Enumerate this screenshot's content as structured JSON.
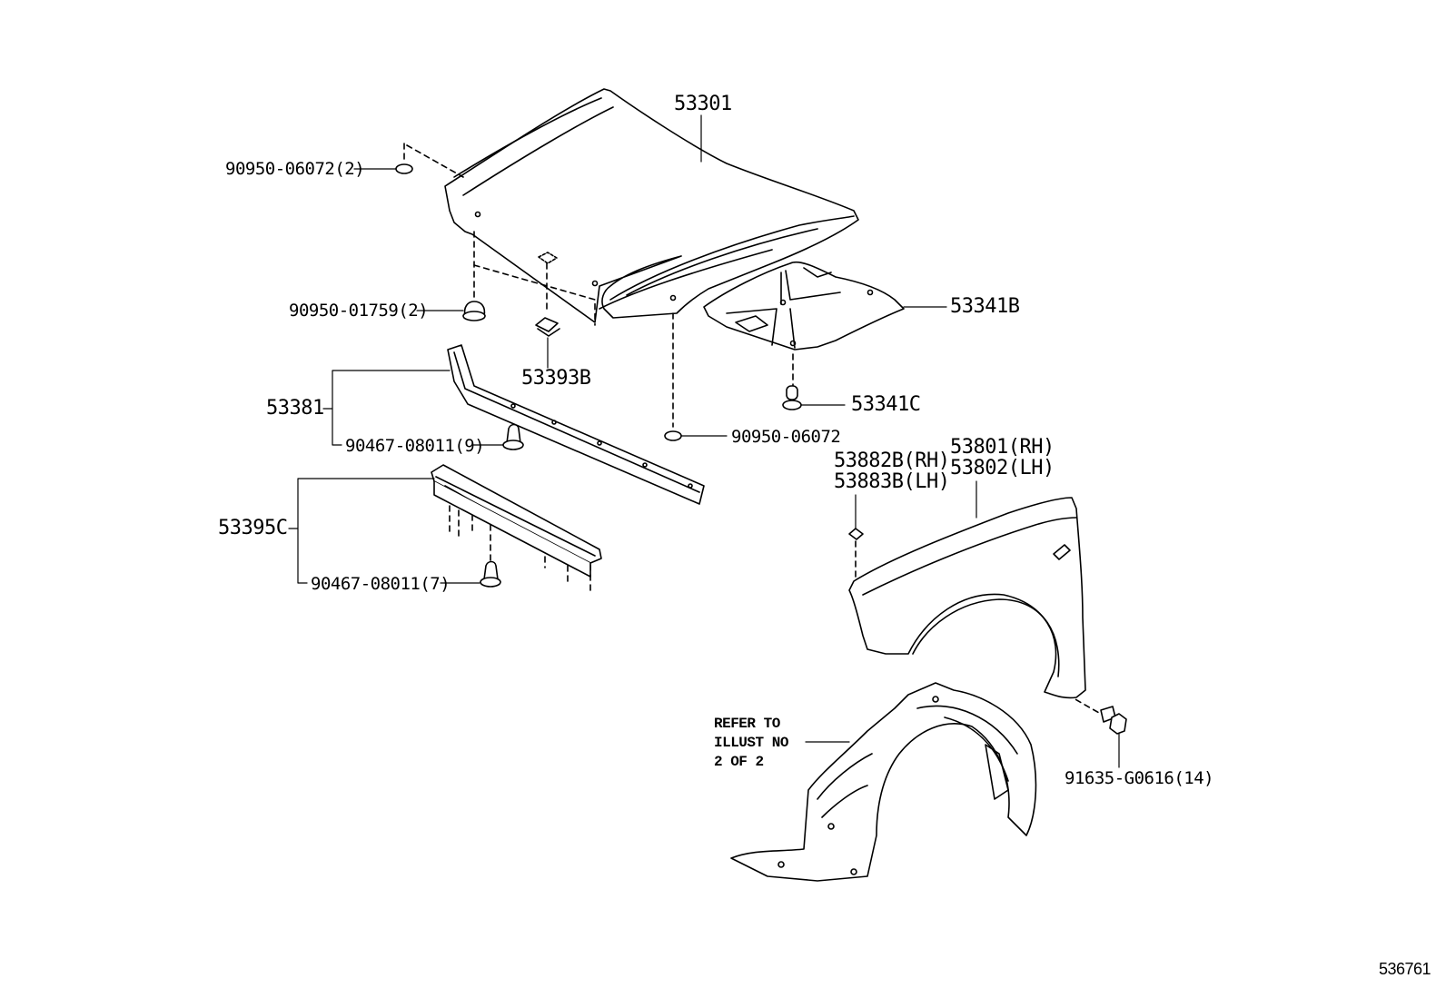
{
  "diagram": {
    "type": "exploded parts diagram",
    "illustration_number": "536761",
    "parts": [
      {
        "id": "hood",
        "label": "53301"
      },
      {
        "id": "hood-cushion-upper",
        "label": "90950-06072(2)"
      },
      {
        "id": "hood-cushion-stopper",
        "label": "90950-01759(2)"
      },
      {
        "id": "hood-lock-retainer",
        "label": "53393B"
      },
      {
        "id": "hood-insulator",
        "label": "53341B"
      },
      {
        "id": "insulator-clip",
        "label": "53341C"
      },
      {
        "id": "hood-cushion-lower",
        "label": "90950-06072"
      },
      {
        "id": "hood-seal-upper",
        "label": "53381"
      },
      {
        "id": "seal-clip-upper",
        "label": "90467-08011(9)"
      },
      {
        "id": "hood-seal-lower",
        "label": "53395C"
      },
      {
        "id": "seal-clip-lower",
        "label": "90467-08011(7)"
      },
      {
        "id": "fender-seal-rh",
        "label": "53882B(RH)"
      },
      {
        "id": "fender-seal-lh",
        "label": "53883B(LH)"
      },
      {
        "id": "fender-rh",
        "label": "53801(RH)"
      },
      {
        "id": "fender-lh",
        "label": "53802(LH)"
      },
      {
        "id": "fender-bolt",
        "label": "91635-G0616(14)"
      }
    ],
    "note": {
      "line1": "REFER TO",
      "line2": "ILLUST NO",
      "line3": "2 OF 2"
    }
  }
}
